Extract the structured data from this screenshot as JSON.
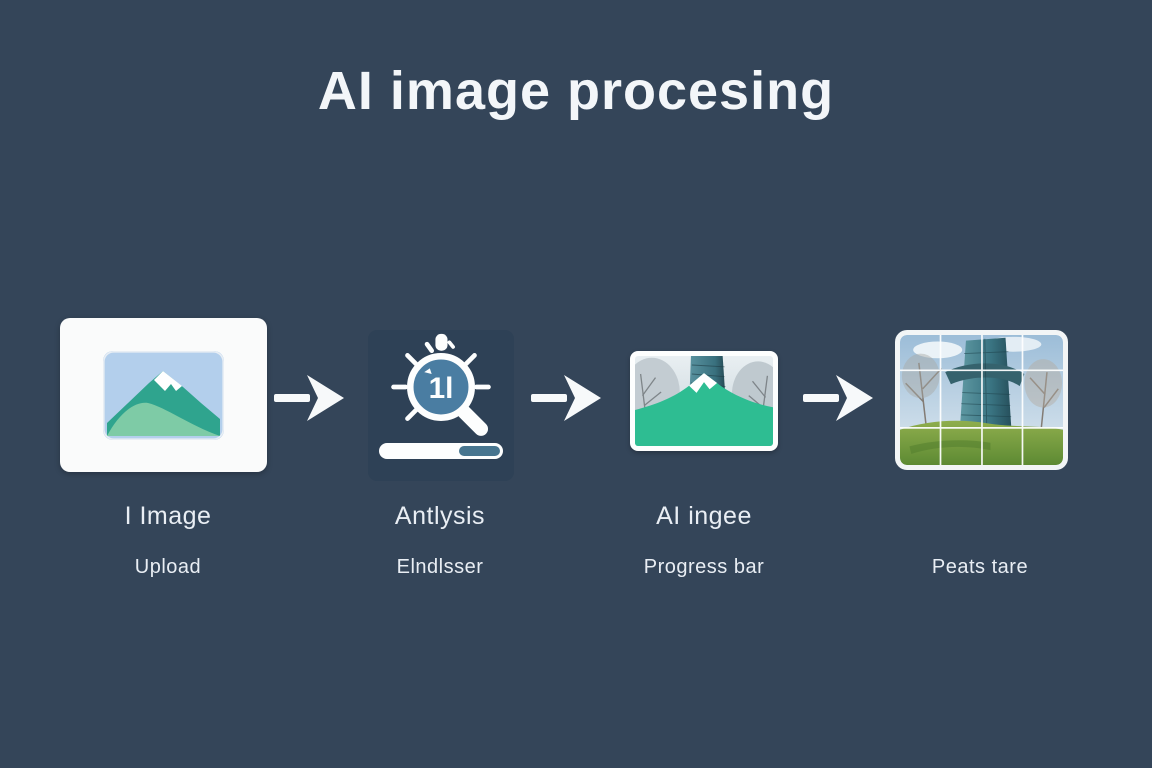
{
  "page": {
    "title": "AI image procesing"
  },
  "steps": [
    {
      "id": "image-upload",
      "label_line1": "I Image",
      "label_line2": "Upload",
      "icon": "mountain-photo-thumbnail-icon"
    },
    {
      "id": "analysis",
      "label_line1": "Antlysis",
      "label_line2": "Elndlsser",
      "icon": "magnifier-stopwatch-icon",
      "icon_text": "1l",
      "progress_percent": 33
    },
    {
      "id": "ai-image-progress",
      "label_line1": "AI ingee",
      "label_line2": "Progress bar",
      "icon": "photo-with-mountain-overlay-icon"
    },
    {
      "id": "feature-grid",
      "label_line1": "",
      "label_line2": "Peats tare",
      "icon": "photo-with-grid-overlay-icon"
    }
  ],
  "icons": [
    "arrow-right-icon",
    "arrow-right-icon",
    "arrow-right-icon"
  ],
  "colors": {
    "background": "#344559",
    "title_text": "#f3f6f9",
    "label_text": "#e9eef4",
    "card_white": "#fafbfb",
    "card_dark": "#2e4156",
    "accent_blue": "#4a7da2",
    "progress_fill": "#47758f",
    "mountain_teal": "#2fa48e",
    "mountain_mint": "#7ecba6",
    "sky_blue": "#b3cfec",
    "overlay_green": "#2ebd92",
    "arrow_white": "#f7f9fa"
  }
}
